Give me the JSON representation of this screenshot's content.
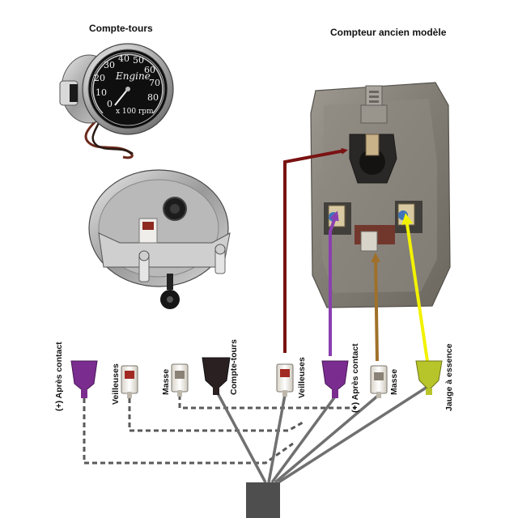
{
  "titles": {
    "tachometer": "Compte-tours",
    "old_meter": "Compteur ancien modèle"
  },
  "gauge": {
    "dial_numbers": [
      "0",
      "10",
      "20",
      "30",
      "40",
      "50",
      "60",
      "70",
      "80"
    ],
    "brand": "Engine",
    "unit": "x 100 rpm"
  },
  "wire_labels": {
    "after_contact_left": "(+) Après contact",
    "veilleuses_left": "Veilleuses",
    "masse_left": "Masse",
    "compte_tours": "Compte-tours",
    "veilleuses_right": "Veilleuses",
    "after_contact_right": "(+) Après contact",
    "masse_right": "Masse",
    "jauge": "Jauge à essence"
  },
  "colors": {
    "dark_red_wire": "#7a1212",
    "purple_wire": "#8a3fb0",
    "brown_wire": "#a0702a",
    "yellow_wire": "#f2f200",
    "grey_wire": "#707070",
    "purple_connector": "#7a2c8f",
    "yellow_connector": "#b8c52a",
    "black_connector": "#2a2022"
  }
}
